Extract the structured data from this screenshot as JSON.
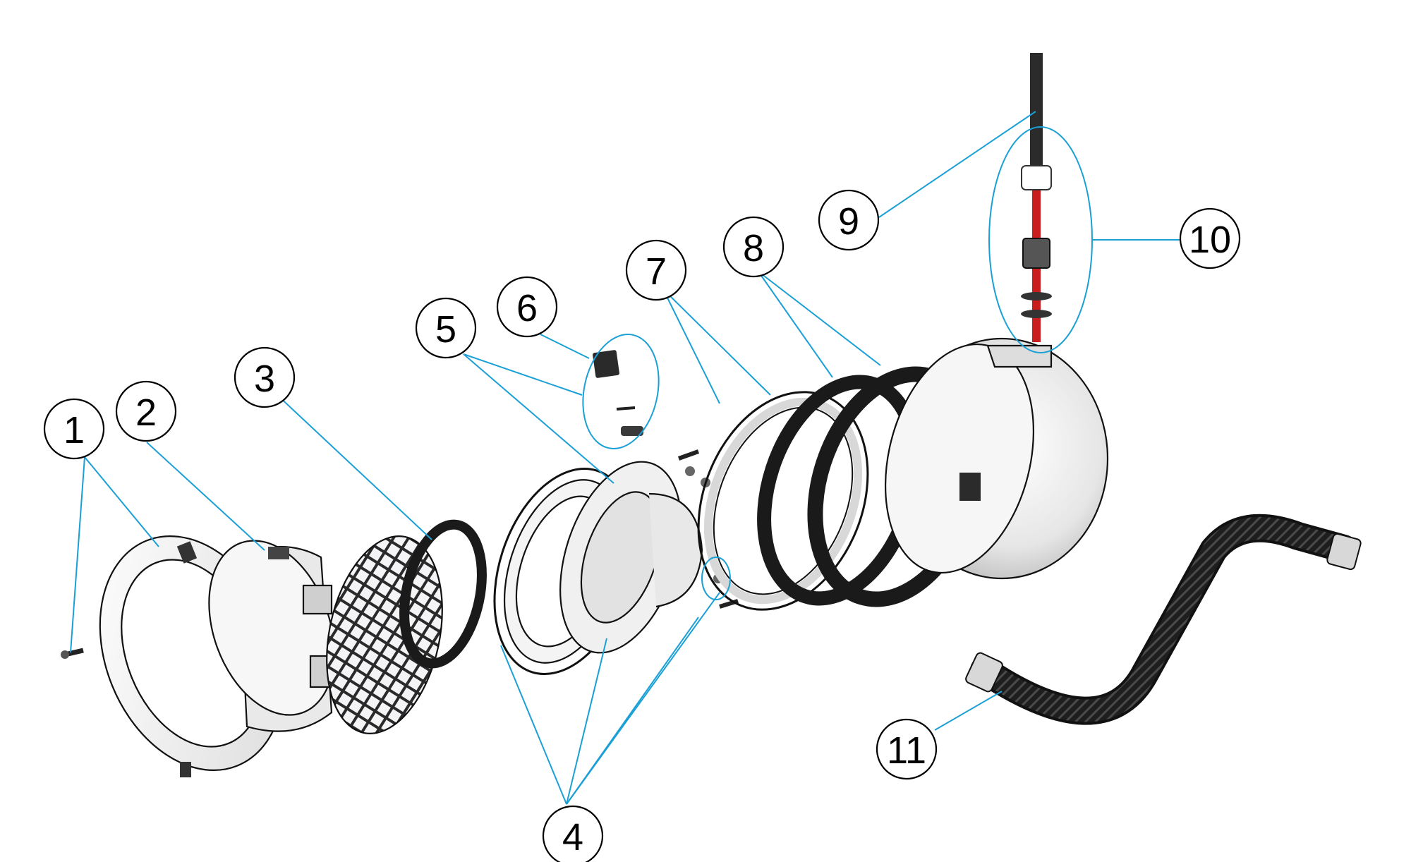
{
  "diagram": {
    "callouts": [
      {
        "id": "1",
        "label": "1"
      },
      {
        "id": "2",
        "label": "2"
      },
      {
        "id": "3",
        "label": "3"
      },
      {
        "id": "4",
        "label": "4"
      },
      {
        "id": "5",
        "label": "5"
      },
      {
        "id": "6",
        "label": "6"
      },
      {
        "id": "7",
        "label": "7"
      },
      {
        "id": "8",
        "label": "8"
      },
      {
        "id": "9",
        "label": "9"
      },
      {
        "id": "10",
        "label": "10"
      },
      {
        "id": "11",
        "label": "11"
      }
    ],
    "colors": {
      "leader": "#1aa0d6",
      "outline": "#111111",
      "cable_red": "#c81e1e",
      "dark_part": "#2b2b2b",
      "light_part": "#f2f2f2"
    }
  }
}
